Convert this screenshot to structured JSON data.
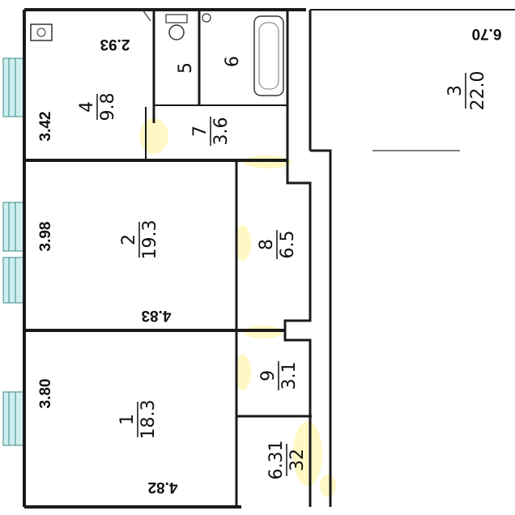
{
  "rooms": [
    {
      "id": "1",
      "number": "1",
      "area": "18.3"
    },
    {
      "id": "2",
      "number": "2",
      "area": "19.3"
    },
    {
      "id": "3",
      "number": "3",
      "area": "22.0"
    },
    {
      "id": "4",
      "number": "4",
      "area": "9.8"
    },
    {
      "id": "5",
      "number": "5",
      "area": ""
    },
    {
      "id": "6",
      "number": "6",
      "area": ""
    },
    {
      "id": "7",
      "number": "7",
      "area": "3.6"
    },
    {
      "id": "8",
      "number": "8",
      "area": "6.5"
    },
    {
      "id": "9",
      "number": "9",
      "area": "3.1"
    },
    {
      "id": "10",
      "number": "6.31",
      "area": "32"
    }
  ],
  "dimensions": {
    "room4_width": "2.93",
    "room4_height": "3.42",
    "room3_width": "6.70",
    "room2_height": "3.98",
    "room2_width": "4.83",
    "room1_height": "3.80",
    "room1_width": "4.82"
  },
  "colors": {
    "walls": "#1a1a1a",
    "windows": "#3a8a8a",
    "highlight": "#fff6b0"
  }
}
